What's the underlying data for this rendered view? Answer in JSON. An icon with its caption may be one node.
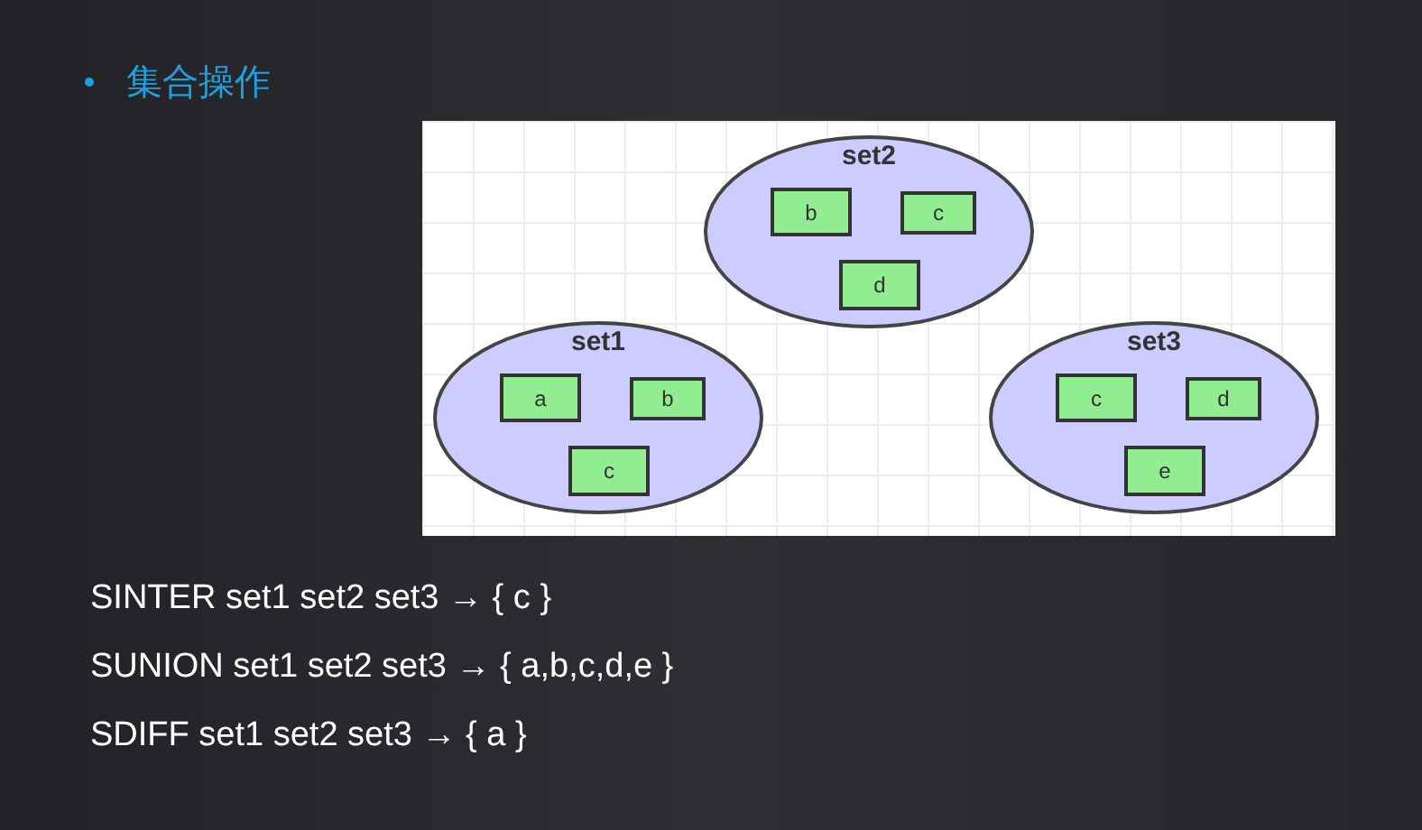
{
  "diagram": {
    "title": "集合操作",
    "nodes": [
      {
        "text": [
          "set2"
        ]
      },
      {
        "text": [
          "b"
        ],
        "in": 0
      },
      {
        "text": [
          "c"
        ],
        "in": 0
      },
      {
        "text": [
          "d"
        ],
        "in": 0
      },
      {
        "text": [
          "set1"
        ]
      },
      {
        "text": [
          "a"
        ],
        "in": 4
      },
      {
        "text": [
          "b"
        ],
        "in": 4
      },
      {
        "text": [
          "c"
        ],
        "in": 4
      },
      {
        "text": [
          "set3"
        ]
      },
      {
        "text": [
          "c"
        ],
        "in": 8
      },
      {
        "text": [
          "d"
        ],
        "in": 8
      },
      {
        "text": [
          "e"
        ],
        "in": 8
      }
    ],
    "labels": [
      "SINTER set1 set2 set3 → { c }",
      "SUNION set1 set2 set3 → { a,b,c,d,e }",
      "SDIFF set1 set2 set3 → { a }"
    ]
  }
}
